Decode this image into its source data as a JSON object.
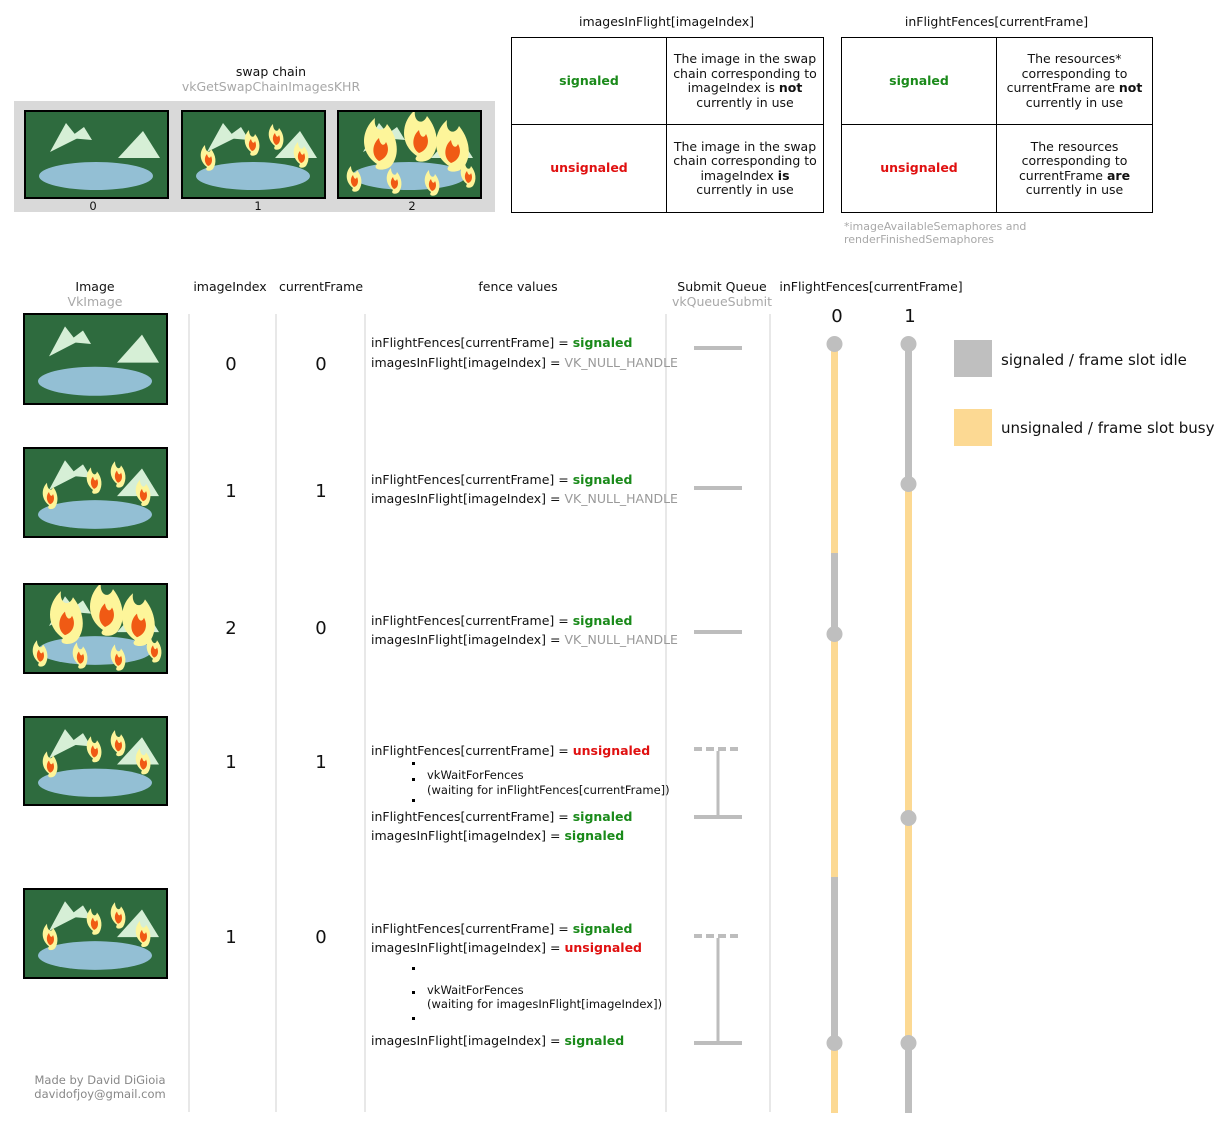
{
  "swap_chain": {
    "title": "swap chain",
    "subtitle": "vkGetSwapChainImagesKHR",
    "labels": [
      "0",
      "1",
      "2"
    ]
  },
  "images_in_flight_table": {
    "title": "imagesInFlight[imageIndex]",
    "row1_state": "signaled",
    "row1_desc_a": "The image in the swap chain corresponding to imageIndex is",
    "row1_desc_bold": "not",
    "row1_desc_b": "currently in use",
    "row2_state": "unsignaled",
    "row2_desc_a": "The image in the swap chain corresponding to imageIndex",
    "row2_desc_bold": "is",
    "row2_desc_b": "currently in use"
  },
  "in_flight_fences_table": {
    "title": "inFlightFences[currentFrame]",
    "row1_state": "signaled",
    "row1_desc_a": "The resources* corresponding to currentFrame are",
    "row1_desc_bold": "not",
    "row1_desc_b": "currently in use",
    "row2_state": "unsignaled",
    "row2_desc_a": "The resources corresponding to currentFrame",
    "row2_desc_bold": "are",
    "row2_desc_b": "currently in use",
    "footnote": "*imageAvailableSemaphores and renderFinishedSemaphores"
  },
  "columns": {
    "image": "Image",
    "image_sub": "VkImage",
    "image_index": "imageIndex",
    "current_frame": "currentFrame",
    "fence_values": "fence values",
    "submit_queue": "Submit Queue",
    "submit_queue_sub": "vkQueueSubmit",
    "in_flight_fences": "inFlightFences[currentFrame]",
    "slot0": "0",
    "slot1": "1"
  },
  "rows": [
    {
      "image_index": "0",
      "current_frame": "0",
      "line1_label": "inFlightFences[currentFrame] =",
      "line1_value": "signaled",
      "line2_label": "imagesInFlight[imageIndex] =",
      "line2_value": "VK_NULL_HANDLE"
    },
    {
      "image_index": "1",
      "current_frame": "1",
      "line1_label": "inFlightFences[currentFrame] =",
      "line1_value": "signaled",
      "line2_label": "imagesInFlight[imageIndex] =",
      "line2_value": "VK_NULL_HANDLE"
    },
    {
      "image_index": "2",
      "current_frame": "0",
      "line1_label": "inFlightFences[currentFrame] =",
      "line1_value": "signaled",
      "line2_label": "imagesInFlight[imageIndex] =",
      "line2_value": "VK_NULL_HANDLE"
    },
    {
      "image_index": "1",
      "current_frame": "1",
      "line1_label": "inFlightFences[currentFrame] =",
      "line1_value": "unsignaled",
      "wait_call": "vkWaitForFences",
      "wait_detail": "(waiting for inFlightFences[currentFrame])",
      "line3_label": "inFlightFences[currentFrame] =",
      "line3_value": "signaled",
      "line4_label": "imagesInFlight[imageIndex] =",
      "line4_value": "signaled"
    },
    {
      "image_index": "1",
      "current_frame": "0",
      "line1_label": "inFlightFences[currentFrame] =",
      "line1_value": "signaled",
      "line2_label": "imagesInFlight[imageIndex] =",
      "line2_value": "unsignaled",
      "wait_call": "vkWaitForFences",
      "wait_detail": "(waiting for imagesInFlight[imageIndex])",
      "line3_label": "imagesInFlight[imageIndex] =",
      "line3_value": "signaled"
    }
  ],
  "legend": {
    "idle": "signaled / frame slot idle",
    "busy": "unsignaled / frame slot busy",
    "idle_color": "#bfbfbf",
    "busy_color": "#fcd993"
  },
  "credit": {
    "line1": "Made by David DiGioia",
    "line2": "davidofjoy@gmail.com"
  }
}
